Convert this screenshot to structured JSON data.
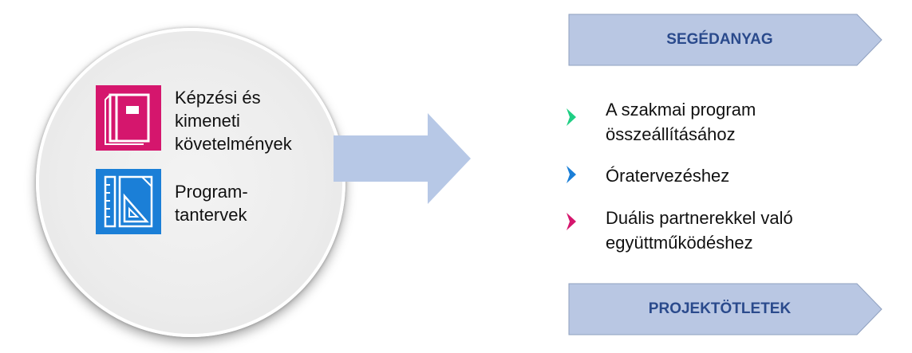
{
  "left": {
    "items": [
      {
        "label": "Képzési és\nkimeneti\nkövetelmények",
        "icon": "book-icon",
        "color": "#d5166d"
      },
      {
        "label": "Program-\ntantervek",
        "icon": "ruler-triangle-icon",
        "color": "#1b7fd7"
      }
    ]
  },
  "banners": {
    "top": "SEGÉDANYAG",
    "bottom": "PROJEKTÖTLETEK"
  },
  "list": [
    {
      "text": "A szakmai program\nösszeállításához",
      "color": "#1fcf84"
    },
    {
      "text": "Óratervezéshez",
      "color": "#1b7fd7"
    },
    {
      "text": "Duális partnerekkel való\negyüttműködéshez",
      "color": "#d5166d"
    }
  ],
  "colors": {
    "banner_fill": "#b9c7e3",
    "banner_text": "#2a4a8c",
    "arrow_fill": "#b7c8e6"
  }
}
